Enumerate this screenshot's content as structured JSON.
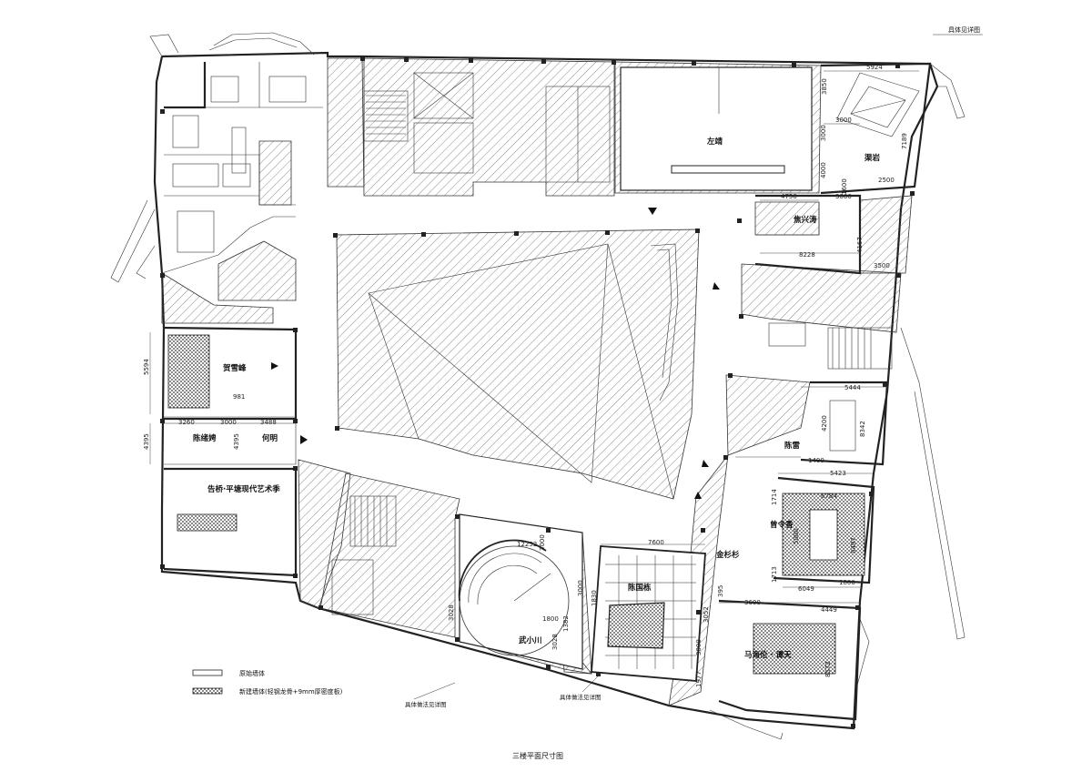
{
  "title": "三楼平面尺寸图",
  "top_right_note": "具体见详图",
  "bottom_notes": {
    "left": "具体做法见详图",
    "right": "具体做法见详图"
  },
  "legend": [
    {
      "label": "原始墙体",
      "style": "outline"
    },
    {
      "label": "新建墙体(轻钢龙骨+9mm厚密度板)",
      "style": "dotted"
    }
  ],
  "rooms": {
    "zuo_jing": "左靖",
    "qu_yan": "渠岩",
    "jiao_xing_tao": "焦兴涛",
    "jiao_ying": "焦兴涛",
    "he_xue_feng": "贺雪峰",
    "chen_xu_ping": "陈绪娉",
    "he_ming": "何明",
    "art_project": "告桥·平塘现代艺术季",
    "wu_xiao_chuan": "武小川",
    "chen_guo_dong": "陈国栋",
    "jin_shan_shan": "金杉杉",
    "xiao_shan": "陈雷",
    "zeng_ling_xiang": "曾令香",
    "ma_hai_lun": "马海伦 · 谭天"
  },
  "dimensions": {
    "d5924": "5924",
    "d3850": "3850",
    "d3000a": "3000",
    "d3000b": "3000",
    "d4000": "4000",
    "d7189": "7189",
    "d4750": "4750",
    "d1600": "1600",
    "d8228": "8228",
    "d4167": "4167",
    "d3500": "3500",
    "d2500": "2500",
    "d5594": "5594",
    "d981": "981",
    "d3260": "3260",
    "d3000c": "3000",
    "d3488": "3488",
    "d4395a": "4395",
    "d4395b": "4395",
    "d5444": "5444",
    "d4200": "4200",
    "d8342": "8342",
    "d1400": "1400",
    "d5423": "5423",
    "d6784": "6784",
    "d1714": "1714",
    "d5000": "5000",
    "d8497": "8497",
    "d1713": "1713",
    "d1800": "1800",
    "d6049": "6049",
    "d3600": "3600",
    "d4449": "4449",
    "d395": "395",
    "d8572": "8572",
    "d12252": "12252",
    "d3000d": "3000",
    "d7600": "7600",
    "d3000e": "3000",
    "d1800b": "1800",
    "d1382": "1382",
    "d3028": "3028",
    "d3028b": "3028",
    "d3000f": "3000",
    "d1977": "1977",
    "d3052": "3052",
    "d1830": "1830"
  },
  "colors": {
    "line": "#222222",
    "background": "#ffffff"
  }
}
